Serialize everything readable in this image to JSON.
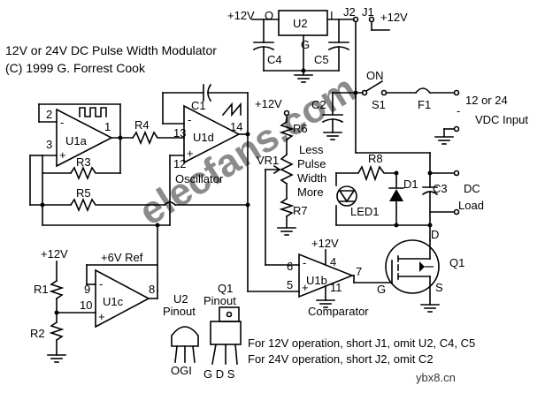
{
  "title_line1": "12V or 24V DC Pulse Width Modulator",
  "title_line2": "(C) 1999 G. Forrest Cook",
  "labels": {
    "u1a": "U1a",
    "u1b": "U1b",
    "u1c": "U1c",
    "u1d": "U1d",
    "u2": "U2",
    "q1": "Q1",
    "r1": "R1",
    "r2": "R2",
    "r3": "R3",
    "r4": "R4",
    "r5": "R5",
    "r6": "R6",
    "r7": "R7",
    "r8": "R8",
    "c1": "C1",
    "c2": "C2",
    "c3": "C3",
    "c4": "C4",
    "c5": "C5",
    "d1": "D1",
    "led1": "LED1",
    "s1": "S1",
    "f1": "F1",
    "vr1": "VR1",
    "j1": "J1",
    "j2": "J2",
    "oscillator": "Oscillator",
    "comparator": "Comparator",
    "plus12v": "+12V",
    "plus6v_ref": "+6V Ref",
    "on": "ON",
    "less": "Less",
    "pulse": "Pulse",
    "width": "Width",
    "more": "More",
    "input_line1": "12 or 24",
    "input_line2": "VDC Input",
    "dc": "DC",
    "load": "Load",
    "u2_pinout_a": "U2",
    "u2_pinout_b": "Pinout",
    "u2_pins": "OGI",
    "q1_pinout_a": "Q1",
    "q1_pinout_b": "Pinout",
    "q1_pins": "G D S",
    "g": "G",
    "d": "D",
    "s": "S",
    "o": "O",
    "i": "I",
    "pin2": "2",
    "pin3": "3",
    "pin1": "1",
    "pin13": "13",
    "pin12": "12",
    "pin14": "14",
    "pin6": "6",
    "pin5": "5",
    "pin4": "4",
    "pin7": "7",
    "pin11": "11",
    "pin9": "9",
    "pin10": "10",
    "pin8": "8",
    "plus": "+",
    "minus": "-"
  },
  "notes": [
    "For 12V operation, short J1, omit U2, C4, C5",
    "For 24V operation, short J2, omit C2"
  ],
  "watermark": "elecfans.com",
  "watermark_footer": "ybx8.cn"
}
